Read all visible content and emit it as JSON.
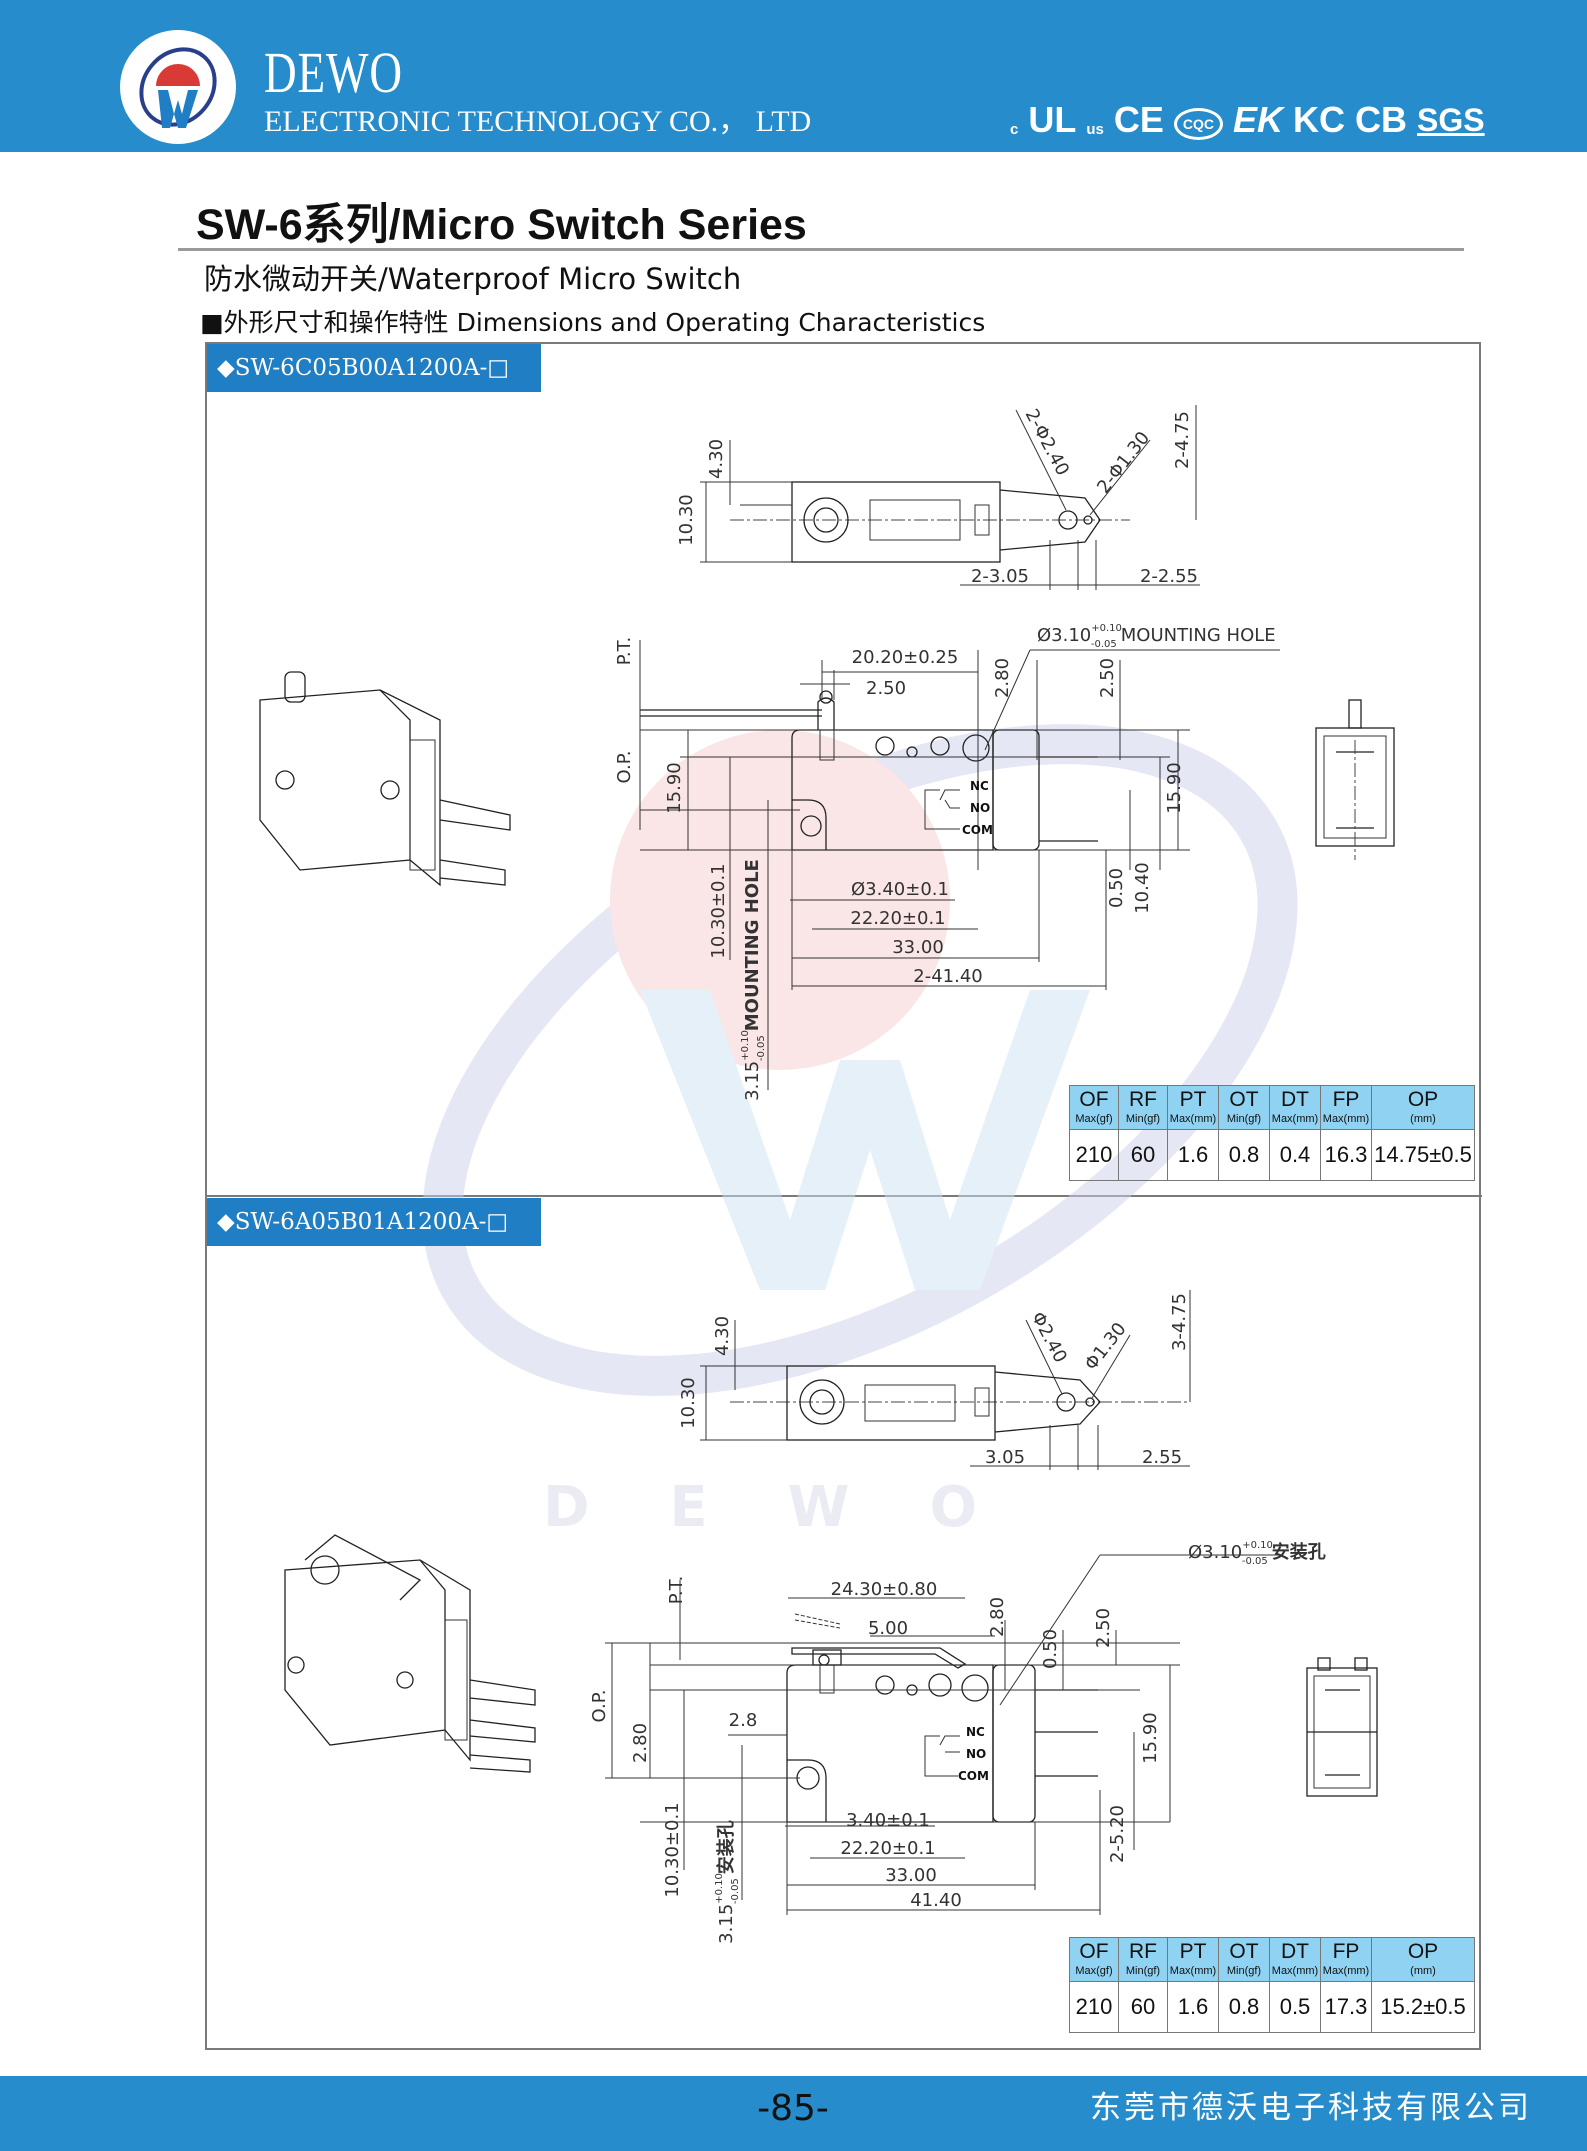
{
  "header": {
    "brand": "DEWO",
    "company": "ELECTRONIC TECHNOLOGY CO.， LTD",
    "logo_letter": "W",
    "certifications": [
      "c",
      "UL",
      "us",
      "CE",
      "CQC",
      "EK",
      "KC",
      "CB",
      "SGS"
    ]
  },
  "title": "SW-6系列/Micro Switch Series",
  "subtitle": "防水微动开关/Waterproof Micro Switch",
  "section_heading": "■外形尺寸和操作特性 Dimensions and Operating Characteristics",
  "watermark": "DEWO",
  "table_headers": [
    {
      "name": "OF",
      "unit": "Max(gf)"
    },
    {
      "name": "RF",
      "unit": "Min(gf)"
    },
    {
      "name": "PT",
      "unit": "Max(mm)"
    },
    {
      "name": "OT",
      "unit": "Min(gf)"
    },
    {
      "name": "DT",
      "unit": "Max(mm)"
    },
    {
      "name": "FP",
      "unit": "Max(mm)"
    },
    {
      "name": "OP",
      "unit": "(mm)"
    }
  ],
  "models": [
    {
      "label": "◆SW-6C05B00A1200A-□",
      "top_view": {
        "d1": "4.30",
        "d2": "10.30",
        "d3": "2-Φ2.40",
        "d4": "2-Φ1.30",
        "d5": "2-4.75",
        "d6": "2-3.05",
        "d7": "2-2.55"
      },
      "side_view": {
        "pt": "P.T.",
        "op": "O.P.",
        "h_left": "15.90",
        "len1": "20.20±0.25",
        "w1": "2.50",
        "v1": "2.80",
        "v2": "2.50",
        "hole_main": "Ø3.10",
        "hole_tol_up": "+0.10",
        "hole_tol_down": "-0.05",
        "hole_text": "MOUNTING HOLE",
        "nc": "NC",
        "no": "NO",
        "com": "COM",
        "h_right": "15.90",
        "v3": "0.50",
        "v4": "10.40",
        "dia": "Ø3.40±0.1",
        "len2": "22.20±0.1",
        "len3": "33.00",
        "len4": "2-41.40",
        "h2": "10.30±0.1",
        "mh_main": "3.15",
        "mh_tol_up": "+0.10",
        "mh_tol_down": "-0.05",
        "mh_text": "MOUNTING HOLE"
      },
      "specs": [
        "210",
        "60",
        "1.6",
        "0.8",
        "0.4",
        "16.3",
        "14.75±0.5"
      ]
    },
    {
      "label": "◆SW-6A05B01A1200A-□",
      "top_view": {
        "d1": "4.30",
        "d2": "10.30",
        "d3": "Φ2.40",
        "d4": "Φ1.30",
        "d5": "3-4.75",
        "d6": "3.05",
        "d7": "2.55"
      },
      "side_view": {
        "hole_main": "Ø3.10",
        "hole_tol_up": "+0.10",
        "hole_tol_down": "-0.05",
        "hole_text": "安装孔",
        "len1": "24.30±0.80",
        "pt": "P.T.",
        "w1": "5.00",
        "v1": "2.80",
        "v2": "0.50",
        "v3": "2.50",
        "op": "O.P.",
        "w2": "2.8",
        "h_left": "2.80",
        "nc": "NC",
        "no": "NO",
        "com": "COM",
        "h_right": "15.90",
        "dia": "3.40±0.1",
        "len2": "22.20±0.1",
        "v4": "2-5.20",
        "len3": "33.00",
        "len4": "41.40",
        "h2": "10.30±0.1",
        "mh_main": "3.15",
        "mh_tol_up": "+0.10",
        "mh_tol_down": "-0.05",
        "mh_text": "安装孔"
      },
      "specs": [
        "210",
        "60",
        "1.6",
        "0.8",
        "0.5",
        "17.3",
        "15.2±0.5"
      ]
    }
  ],
  "footer": {
    "page": "-85-",
    "company": "东莞市德沃电子科技有限公司"
  },
  "colors": {
    "brand_blue": "#268ccc",
    "tag_blue": "#1f7ec4",
    "table_header": "#8fd2f2",
    "logo_red": "#d93a35"
  }
}
